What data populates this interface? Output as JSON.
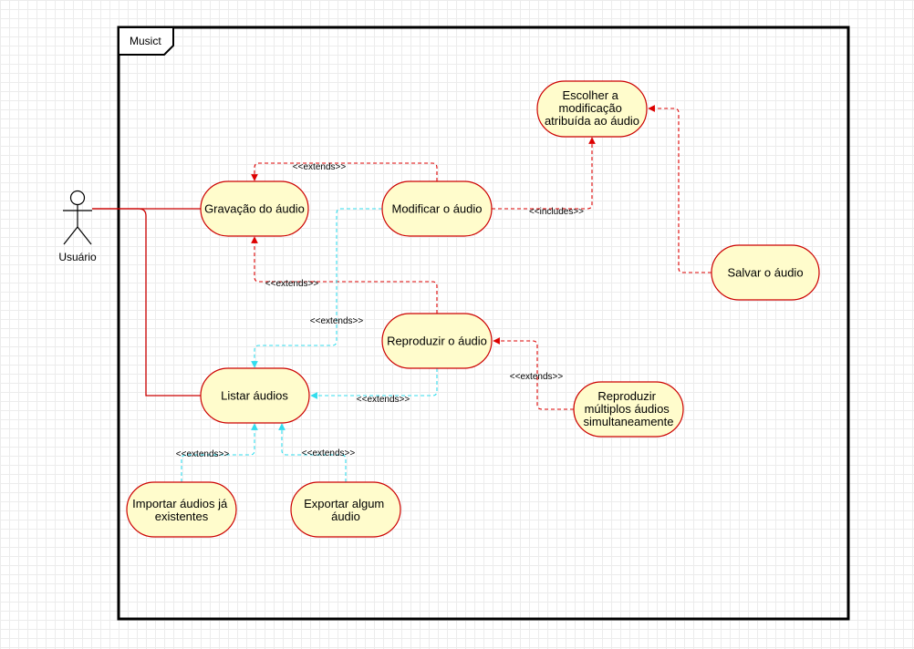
{
  "frame": {
    "title": "Musict"
  },
  "actor": {
    "label": "Usuário"
  },
  "use_cases": {
    "gravacao": [
      "Gravação do áudio"
    ],
    "modificar": [
      "Modificar o áudio"
    ],
    "escolher": [
      "Escolher a",
      "modificação",
      "atribuída ao áudio"
    ],
    "salvar": [
      "Salvar o áudio"
    ],
    "reproduzir": [
      "Reproduzir o áudio"
    ],
    "listar": [
      "Listar áudios"
    ],
    "multiplos": [
      "Reproduzir",
      "múltiplos áudios",
      "simultaneamente"
    ],
    "importar": [
      "Importar áudios já",
      "existentes"
    ],
    "exportar": [
      "Exportar algum",
      "áudio"
    ]
  },
  "relations": {
    "modificar_gravacao": "<<extends>>",
    "reproduzir_gravacao": "<<extends>>",
    "modificar_listar": "<<extends>>",
    "reproduzir_listar": "<<extends>>",
    "modificar_escolher": "<<includes>>",
    "multiplos_reproduzir": "<<extends>>",
    "importar_listar": "<<extends>>",
    "exportar_listar": "<<extends>>"
  },
  "colors": {
    "use_case_fill": "#fffccc",
    "use_case_stroke": "#cc0000",
    "association": "#cc0000",
    "red_dashed": "#dd0000",
    "cyan_dashed": "#33ddee",
    "frame": "#000000"
  }
}
